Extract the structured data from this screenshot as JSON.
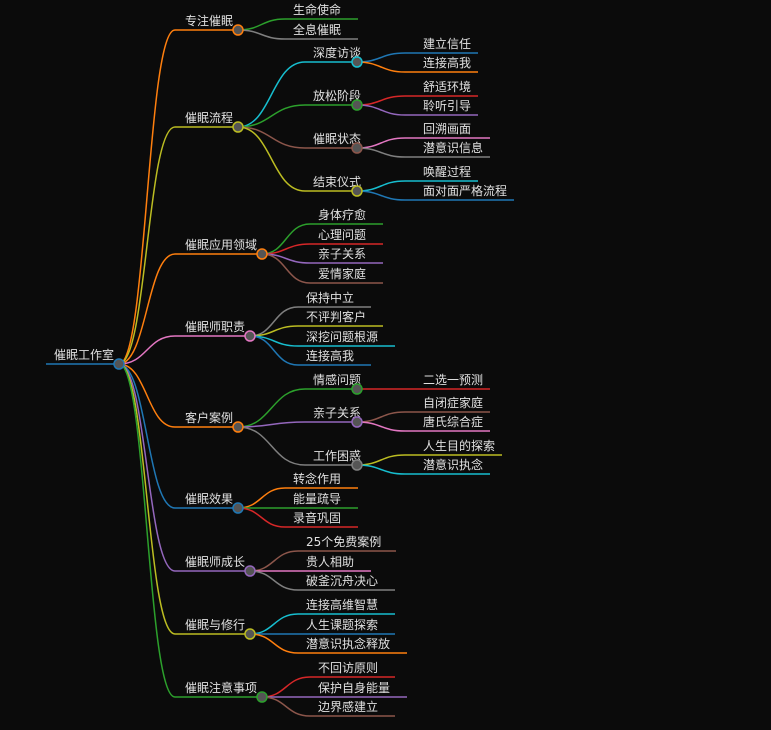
{
  "root": {
    "label": "催眠工作室",
    "color": "#1f77b4"
  },
  "branches": [
    {
      "label": "专注催眠",
      "color": "#ff7f0e",
      "children": [
        {
          "label": "生命使命",
          "color": "#2ca02c"
        },
        {
          "label": "全息催眠",
          "color": "#7f7f7f"
        }
      ]
    },
    {
      "label": "催眠流程",
      "color": "#bcbd22",
      "children": [
        {
          "label": "深度访谈",
          "color": "#17becf",
          "children": [
            {
              "label": "建立信任",
              "color": "#1f77b4"
            },
            {
              "label": "连接高我",
              "color": "#ff7f0e"
            }
          ]
        },
        {
          "label": "放松阶段",
          "color": "#2ca02c",
          "children": [
            {
              "label": "舒适环境",
              "color": "#d62728"
            },
            {
              "label": "聆听引导",
              "color": "#9467bd"
            }
          ]
        },
        {
          "label": "催眠状态",
          "color": "#8c564b",
          "children": [
            {
              "label": "回溯画面",
              "color": "#e377c2"
            },
            {
              "label": "潜意识信息",
              "color": "#7f7f7f"
            }
          ]
        },
        {
          "label": "结束仪式",
          "color": "#bcbd22",
          "children": [
            {
              "label": "唤醒过程",
              "color": "#17becf"
            },
            {
              "label": "面对面严格流程",
              "color": "#1f77b4"
            }
          ]
        }
      ]
    },
    {
      "label": "催眠应用领域",
      "color": "#ff7f0e",
      "children": [
        {
          "label": "身体疗愈",
          "color": "#2ca02c"
        },
        {
          "label": "心理问题",
          "color": "#d62728"
        },
        {
          "label": "亲子关系",
          "color": "#9467bd"
        },
        {
          "label": "爱情家庭",
          "color": "#8c564b"
        }
      ]
    },
    {
      "label": "催眠师职责",
      "color": "#e377c2",
      "children": [
        {
          "label": "保持中立",
          "color": "#7f7f7f"
        },
        {
          "label": "不评判客户",
          "color": "#bcbd22"
        },
        {
          "label": "深挖问题根源",
          "color": "#17becf"
        },
        {
          "label": "连接高我",
          "color": "#1f77b4"
        }
      ]
    },
    {
      "label": "客户案例",
      "color": "#ff7f0e",
      "children": [
        {
          "label": "情感问题",
          "color": "#2ca02c",
          "children": [
            {
              "label": "二选一预测",
              "color": "#d62728"
            }
          ]
        },
        {
          "label": "亲子关系",
          "color": "#9467bd",
          "children": [
            {
              "label": "自闭症家庭",
              "color": "#8c564b"
            },
            {
              "label": "唐氏综合症",
              "color": "#e377c2"
            }
          ]
        },
        {
          "label": "工作困惑",
          "color": "#7f7f7f",
          "children": [
            {
              "label": "人生目的探索",
              "color": "#bcbd22"
            },
            {
              "label": "潜意识执念",
              "color": "#17becf"
            }
          ]
        }
      ]
    },
    {
      "label": "催眠效果",
      "color": "#1f77b4",
      "children": [
        {
          "label": "转念作用",
          "color": "#ff7f0e"
        },
        {
          "label": "能量疏导",
          "color": "#2ca02c"
        },
        {
          "label": "录音巩固",
          "color": "#d62728"
        }
      ]
    },
    {
      "label": "催眠师成长",
      "color": "#9467bd",
      "children": [
        {
          "label": "25个免费案例",
          "color": "#8c564b"
        },
        {
          "label": "贵人相助",
          "color": "#e377c2"
        },
        {
          "label": "破釜沉舟决心",
          "color": "#7f7f7f"
        }
      ]
    },
    {
      "label": "催眠与修行",
      "color": "#bcbd22",
      "children": [
        {
          "label": "连接高维智慧",
          "color": "#17becf"
        },
        {
          "label": "人生课题探索",
          "color": "#1f77b4"
        },
        {
          "label": "潜意识执念释放",
          "color": "#ff7f0e"
        }
      ]
    },
    {
      "label": "催眠注意事项",
      "color": "#2ca02c",
      "children": [
        {
          "label": "不回访原则",
          "color": "#d62728"
        },
        {
          "label": "保护自身能量",
          "color": "#9467bd"
        },
        {
          "label": "边界感建立",
          "color": "#8c564b"
        }
      ]
    }
  ]
}
